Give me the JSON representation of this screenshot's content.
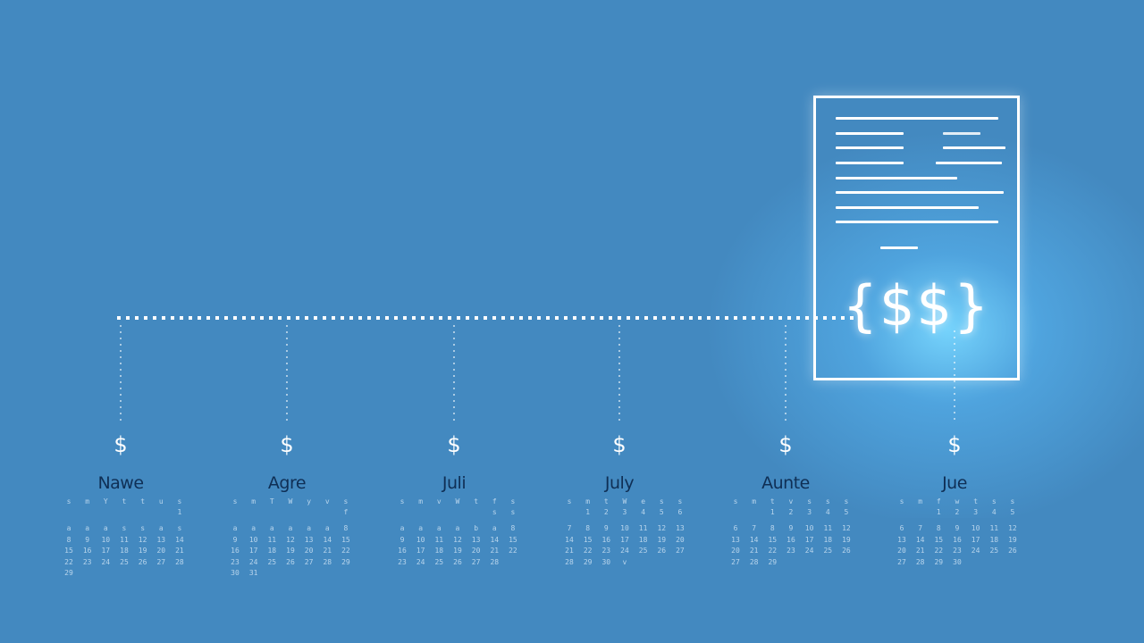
{
  "document": {
    "symbol": "{$$}"
  },
  "colors": {
    "background": "#4389c0",
    "lines": "#ffffff",
    "month_label": "#0f2f55",
    "calendar_text": "#d3e6f6"
  },
  "columns": [
    {
      "month": "Nawe",
      "dollar": "$",
      "calendar": [
        [
          "s",
          "m",
          "Y",
          "t",
          "t",
          "u",
          "s"
        ],
        [
          "",
          "",
          "",
          "",
          "",
          "",
          "1"
        ],
        [
          "a",
          "a",
          "a",
          "s",
          "s",
          "a",
          "s"
        ],
        [
          "8",
          "9",
          "10",
          "11",
          "12",
          "13",
          "14"
        ],
        [
          "15",
          "16",
          "17",
          "18",
          "19",
          "20",
          "21"
        ],
        [
          "22",
          "23",
          "24",
          "25",
          "26",
          "27",
          "28"
        ],
        [
          "29",
          "",
          "",
          "",
          "",
          "",
          ""
        ]
      ]
    },
    {
      "month": "Agre",
      "dollar": "$",
      "calendar": [
        [
          "s",
          "m",
          "T",
          "W",
          "y",
          "v",
          "s"
        ],
        [
          "",
          "",
          "",
          "",
          "",
          "",
          "f"
        ],
        [
          "a",
          "a",
          "a",
          "a",
          "a",
          "a",
          "8"
        ],
        [
          "9",
          "10",
          "11",
          "12",
          "13",
          "14",
          "15"
        ],
        [
          "16",
          "17",
          "18",
          "19",
          "20",
          "21",
          "22"
        ],
        [
          "23",
          "24",
          "25",
          "26",
          "27",
          "28",
          "29"
        ],
        [
          "30",
          "31",
          "",
          "",
          "",
          "",
          ""
        ]
      ]
    },
    {
      "month": "Juli",
      "dollar": "$",
      "calendar": [
        [
          "s",
          "m",
          "v",
          "W",
          "t",
          "f",
          "s"
        ],
        [
          "",
          "",
          "",
          "",
          "",
          "s",
          "s"
        ],
        [
          "a",
          "a",
          "a",
          "a",
          "b",
          "a",
          "8"
        ],
        [
          "9",
          "10",
          "11",
          "12",
          "13",
          "14",
          "15"
        ],
        [
          "16",
          "17",
          "18",
          "19",
          "20",
          "21",
          "22"
        ],
        [
          "23",
          "24",
          "25",
          "26",
          "27",
          "28",
          ""
        ],
        [
          "",
          "",
          "",
          "",
          "",
          "",
          ""
        ]
      ]
    },
    {
      "month": "July",
      "dollar": "$",
      "calendar": [
        [
          "s",
          "m",
          "t",
          "W",
          "e",
          "s",
          "s"
        ],
        [
          "",
          "1",
          "2",
          "3",
          "4",
          "5",
          "6"
        ],
        [
          "7",
          "8",
          "9",
          "10",
          "11",
          "12",
          "13"
        ],
        [
          "14",
          "15",
          "16",
          "17",
          "18",
          "19",
          "20"
        ],
        [
          "21",
          "22",
          "23",
          "24",
          "25",
          "26",
          "27"
        ],
        [
          "28",
          "29",
          "30",
          "v",
          "",
          "",
          ""
        ],
        [
          "",
          "",
          "",
          "",
          "",
          "",
          ""
        ]
      ]
    },
    {
      "month": "Aunte",
      "dollar": "$",
      "calendar": [
        [
          "s",
          "m",
          "t",
          "v",
          "s",
          "s",
          "s"
        ],
        [
          "",
          "",
          "1",
          "2",
          "3",
          "4",
          "5"
        ],
        [
          "6",
          "7",
          "8",
          "9",
          "10",
          "11",
          "12"
        ],
        [
          "13",
          "14",
          "15",
          "16",
          "17",
          "18",
          "19"
        ],
        [
          "20",
          "21",
          "22",
          "23",
          "24",
          "25",
          "26"
        ],
        [
          "27",
          "28",
          "29",
          "",
          "",
          "",
          ""
        ],
        [
          "",
          "",
          "",
          "",
          "",
          "",
          ""
        ]
      ]
    },
    {
      "month": "Jue",
      "dollar": "$",
      "calendar": [
        [
          "s",
          "m",
          "f",
          "w",
          "t",
          "s",
          "s"
        ],
        [
          "",
          "",
          "1",
          "2",
          "3",
          "4",
          "5"
        ],
        [
          "6",
          "7",
          "8",
          "9",
          "10",
          "11",
          "12"
        ],
        [
          "13",
          "14",
          "15",
          "16",
          "17",
          "18",
          "19"
        ],
        [
          "20",
          "21",
          "22",
          "23",
          "24",
          "25",
          "26"
        ],
        [
          "27",
          "28",
          "29",
          "30",
          "",
          "",
          ""
        ],
        [
          "",
          "",
          "",
          "",
          "",
          "",
          ""
        ]
      ]
    }
  ]
}
